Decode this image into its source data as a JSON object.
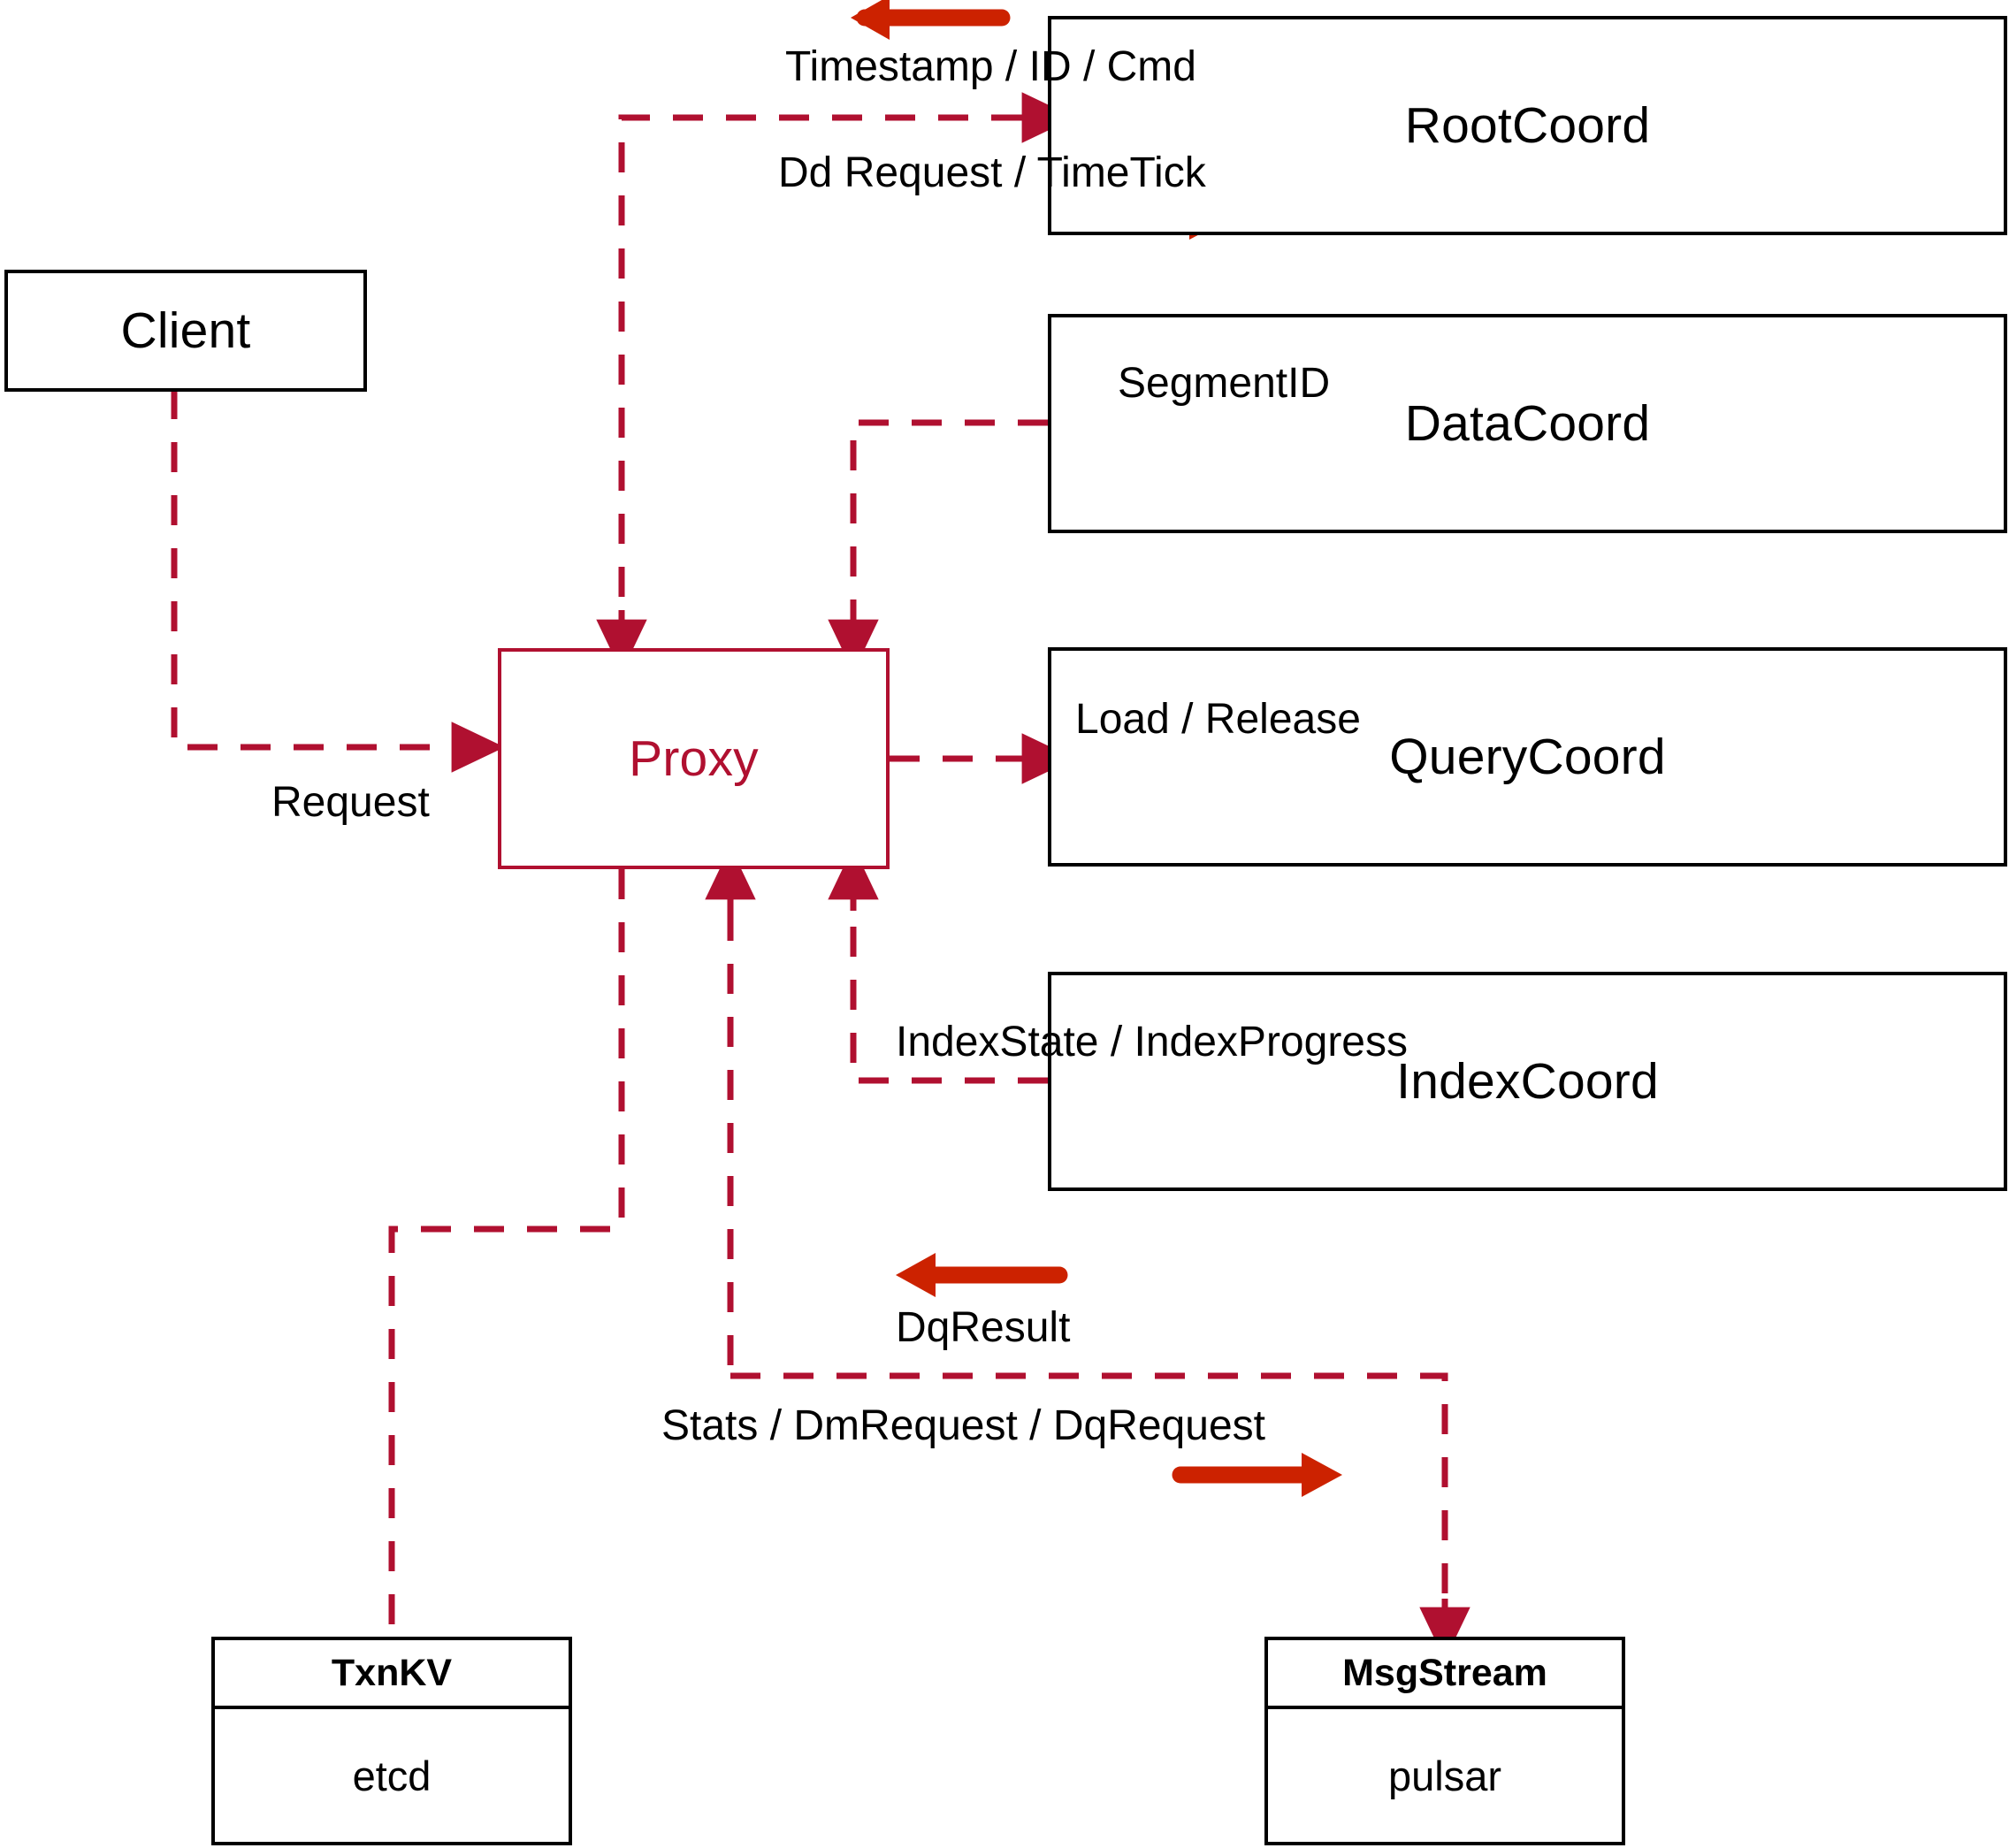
{
  "diagram": {
    "title": "Milvus Proxy interaction diagram",
    "colors": {
      "dashed_edge": "#B01030",
      "direction_arrow": "#CC2200",
      "node_border": "#000000",
      "proxy_border": "#B01030",
      "proxy_text": "#B01030",
      "background": "#FFFFFF"
    }
  },
  "nodes": {
    "client": {
      "label": "Client"
    },
    "proxy": {
      "label": "Proxy"
    },
    "root_coord": {
      "label": "RootCoord"
    },
    "data_coord": {
      "label": "DataCoord"
    },
    "query_coord": {
      "label": "QueryCoord"
    },
    "index_coord": {
      "label": "IndexCoord"
    },
    "txnkv": {
      "header": "TxnKV",
      "body": "etcd"
    },
    "msgstream": {
      "header": "MsgStream",
      "body": "pulsar"
    }
  },
  "edges": [
    {
      "id": "timestamp-id-cmd",
      "label": "Timestamp / ID / Cmd",
      "from": "root_coord",
      "to": "proxy",
      "direction": "left"
    },
    {
      "id": "dd-request-timetick",
      "label": "Dd Request / TimeTick",
      "from": "proxy",
      "to": "root_coord",
      "direction": "right"
    },
    {
      "id": "segmentid",
      "label": "SegmentID",
      "from": "data_coord",
      "to": "proxy",
      "direction": "left"
    },
    {
      "id": "request",
      "label": "Request",
      "from": "client",
      "to": "proxy",
      "direction": "right"
    },
    {
      "id": "load-release",
      "label": "Load / Release",
      "from": "proxy",
      "to": "query_coord",
      "direction": "right"
    },
    {
      "id": "indexstate-indexprogress",
      "label": "IndexState / IndexProgress",
      "from": "index_coord",
      "to": "proxy",
      "direction": "left"
    },
    {
      "id": "dqresult",
      "label": "DqResult",
      "from": "msgstream",
      "to": "proxy",
      "direction": "left"
    },
    {
      "id": "stats-dmrequest-dqrequest",
      "label": "Stats / DmRequest / DqRequest",
      "from": "proxy",
      "to": "msgstream",
      "direction": "right"
    },
    {
      "id": "txnkv-link",
      "label": "",
      "from": "proxy",
      "to": "txnkv",
      "direction": "none"
    }
  ]
}
